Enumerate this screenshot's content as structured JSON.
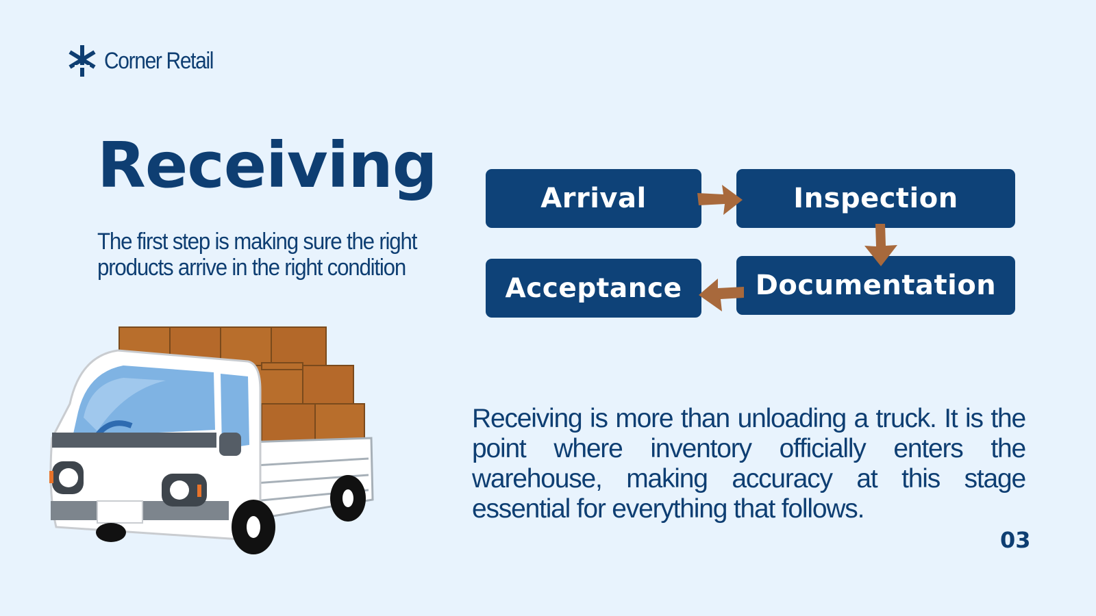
{
  "brand": {
    "name": "Corner Retail",
    "logo_icon": "asterisk-icon"
  },
  "title": "Receiving",
  "subtitle": "The first step is making sure the right products arrive in the right condition",
  "flow": {
    "steps": [
      "Arrival",
      "Inspection",
      "Documentation",
      "Acceptance"
    ],
    "box_color": "#0e4278",
    "arrow_color": "#a8693c"
  },
  "body": "Receiving is more than unloading a truck. It is the point where inventory officially enters the warehouse, making accuracy at this stage essential for everything that follows.",
  "page_number": "03",
  "illustration": "delivery-truck-with-boxes",
  "colors": {
    "background": "#e8f3fd",
    "text": "#0e3e72"
  }
}
